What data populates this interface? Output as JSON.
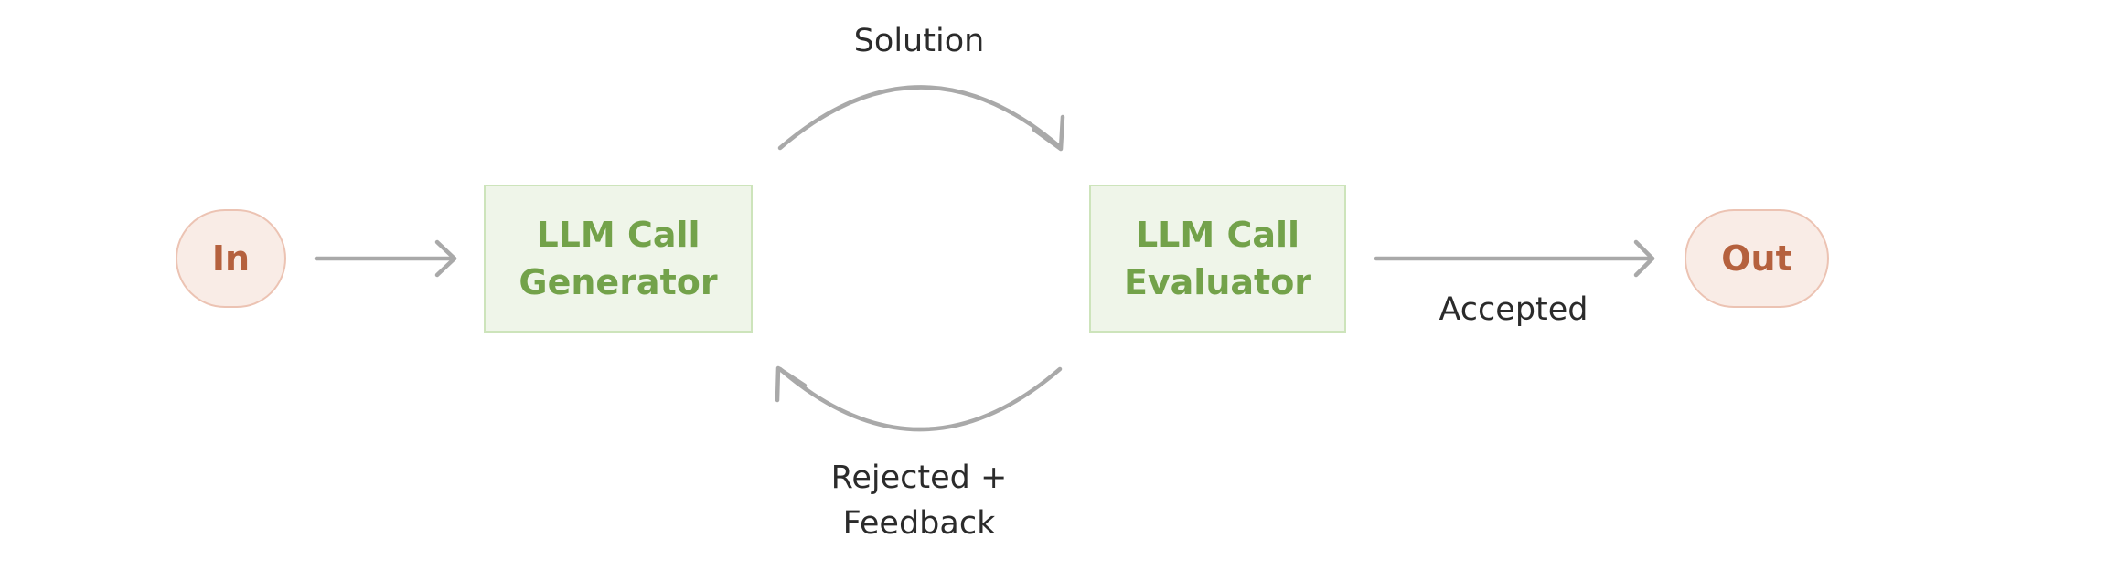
{
  "diagram": {
    "nodes": {
      "input": {
        "label": "In"
      },
      "generator": {
        "line1": "LLM Call",
        "line2": "Generator"
      },
      "evaluator": {
        "line1": "LLM Call",
        "line2": "Evaluator"
      },
      "output": {
        "label": "Out"
      }
    },
    "edges": {
      "solution": {
        "label": "Solution"
      },
      "feedback": {
        "line1": "Rejected +",
        "line2": "Feedback"
      },
      "accepted": {
        "label": "Accepted"
      }
    }
  },
  "colors": {
    "terminal_fill": "#f9ece6",
    "terminal_border": "#ecc3b3",
    "terminal_text": "#b5613e",
    "process_fill": "#eff5e9",
    "process_border": "#cde4bb",
    "process_text": "#73a24a",
    "arrow": "#a9a9a9",
    "label_text": "#2b2b2b"
  }
}
